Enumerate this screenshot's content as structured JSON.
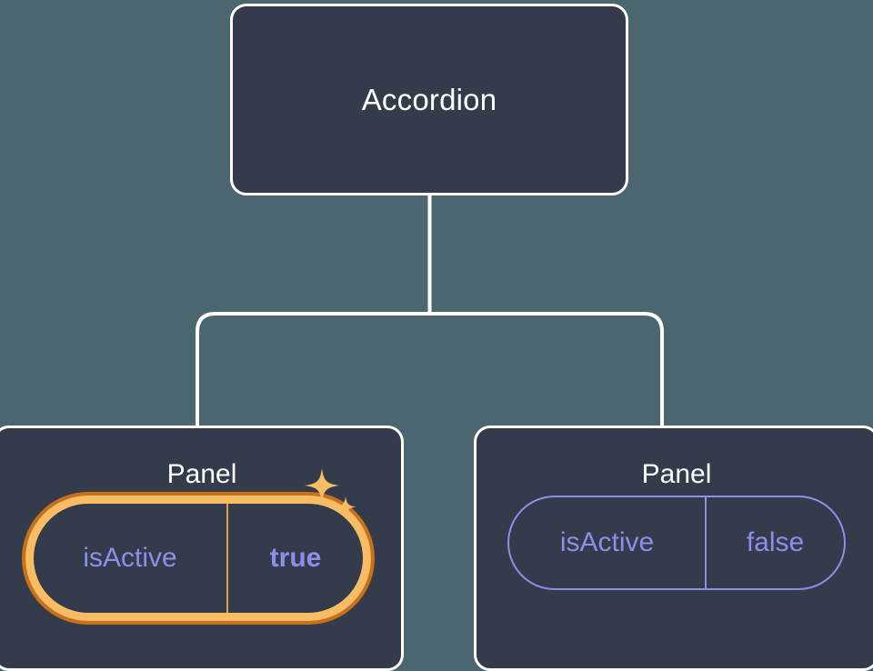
{
  "diagram": {
    "type": "component-tree",
    "background_color": "#4c666f",
    "node_fill": "#343c4b",
    "node_border": "#ffffff",
    "edge_color": "#ffffff",
    "highlight_color": "#f8bd64",
    "highlight_glow_color": "#c9711a",
    "prop_color": "#8b8fec",
    "root": {
      "label": "Accordion"
    },
    "children": [
      {
        "label": "Panel",
        "highlighted": true,
        "prop": {
          "key": "isActive",
          "value": "true"
        },
        "sparkle_icons": [
          "sparkle-large-icon",
          "sparkle-small-icon"
        ]
      },
      {
        "label": "Panel",
        "highlighted": false,
        "prop": {
          "key": "isActive",
          "value": "false"
        }
      }
    ]
  }
}
